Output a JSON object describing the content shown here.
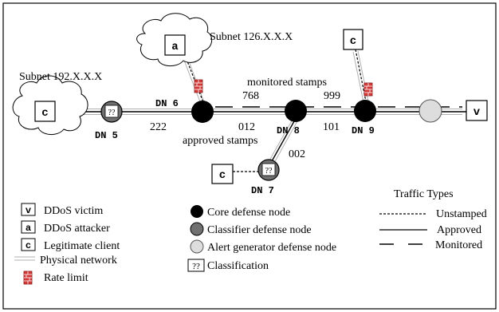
{
  "subnets": {
    "left": "Subnet 192.X.X.X",
    "top": "Subnet 126.X.X.X"
  },
  "stamps": {
    "monitored": "monitored stamps",
    "approved": "approved stamps"
  },
  "stamp_numbers": {
    "n768": "768",
    "n999": "999",
    "n222": "222",
    "n012": "012",
    "n101": "101",
    "n002": "002"
  },
  "nodes": {
    "dn5": "DN 5",
    "dn6": "DN 6",
    "dn7": "DN 7",
    "dn8": "DN 8",
    "dn9": "DN 9"
  },
  "box_letters": {
    "client": "c",
    "attacker": "a",
    "victim": "v",
    "classification": "??"
  },
  "legend": {
    "victim": "DDoS victim",
    "attacker": "DDoS attacker",
    "client": "Legitimate client",
    "physical": "Physical network",
    "rate_limit": "Rate limit",
    "core": "Core defense node",
    "classifier": "Classifier defense node",
    "alert": "Alert generator defense node",
    "classification": "Classification",
    "traffic_title": "Traffic Types",
    "unstamped": "Unstamped",
    "approved": "Approved",
    "monitored": "Monitored"
  },
  "colors": {
    "core": "#000000",
    "classifier": "#707070",
    "alert": "#dddddd",
    "rate_limit": "#d23a3a"
  }
}
